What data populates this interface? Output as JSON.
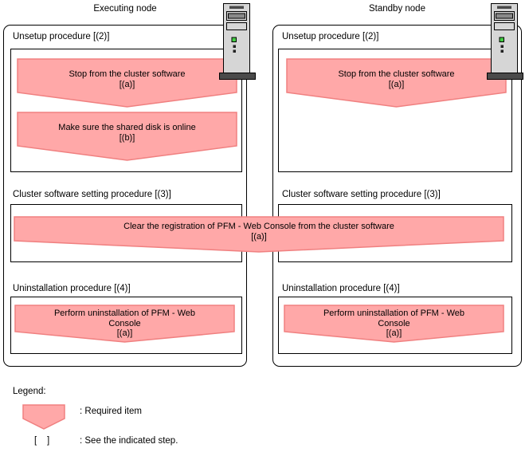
{
  "colors": {
    "shape_fill": "#FFA8A8",
    "shape_edge": "#F08080",
    "box_border": "#000000",
    "server_body": "#D6D6D6",
    "server_dark": "#4A4A4A",
    "led_green": "#44CC44"
  },
  "columns": [
    {
      "title": "Executing node",
      "unsetup": {
        "label": "Unsetup procedure [(2)]",
        "steps": [
          {
            "line1": "Stop from the cluster software",
            "line2": "[(a)]"
          },
          {
            "line1": "Make sure the shared disk is online",
            "line2": "[(b)]"
          }
        ]
      },
      "cluster": {
        "label": "Cluster software setting procedure [(3)]"
      },
      "uninstall": {
        "label": "Uninstallation procedure [(4)]",
        "step": {
          "line1": "Perform uninstallation of PFM - Web",
          "line2": "Console",
          "line3": "[(a)]"
        }
      }
    },
    {
      "title": "Standby node",
      "unsetup": {
        "label": "Unsetup procedure [(2)]",
        "steps": [
          {
            "line1": "Stop from the cluster software",
            "line2": "[(a)]"
          }
        ]
      },
      "cluster": {
        "label": "Cluster software setting procedure [(3)]"
      },
      "uninstall": {
        "label": "Uninstallation procedure [(4)]",
        "step": {
          "line1": "Perform uninstallation of PFM - Web",
          "line2": "Console",
          "line3": "[(a)]"
        }
      }
    }
  ],
  "banner": {
    "line1": "Clear the registration of PFM - Web Console from the cluster software",
    "line2": "[(a)]"
  },
  "legend": {
    "title": "Legend:",
    "required_label": ": Required item",
    "brackets": "[    ]",
    "see_label": ": See the indicated step."
  }
}
